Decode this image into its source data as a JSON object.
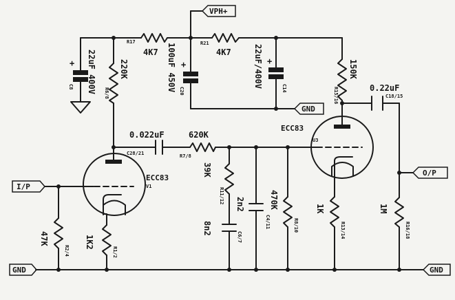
{
  "ports": {
    "vph": "VPH+",
    "gnd_mid": "GND",
    "gnd_left": "GND",
    "gnd_right": "GND",
    "input": "I/P",
    "output": "O/P"
  },
  "components": {
    "r17": {
      "value": "4K7",
      "ref": "R17"
    },
    "r21": {
      "value": "4K7",
      "ref": "R21"
    },
    "c8": {
      "value": "22uF 400V",
      "ref": "C8"
    },
    "r6": {
      "value": "220K",
      "ref": "R6/8"
    },
    "c20": {
      "value": "100uF 450V",
      "ref": "C20"
    },
    "c14": {
      "value": "22uF/400V",
      "ref": "C14"
    },
    "r15": {
      "value": "150K",
      "ref": "R15/16"
    },
    "c18": {
      "value": "0.22uF",
      "ref": "C18/15"
    },
    "c28": {
      "value": "0.022uF",
      "ref": "C28/21"
    },
    "r7": {
      "value": "620K",
      "ref": "R7/8"
    },
    "r11": {
      "value": "39K",
      "ref": "R11/12"
    },
    "c6": {
      "value": "8n2",
      "ref": "C6/7"
    },
    "c4": {
      "value": "2n2",
      "ref": "C4/11"
    },
    "r8": {
      "value": "470K",
      "ref": "R8/10"
    },
    "r13": {
      "value": "1K",
      "ref": "R13/14"
    },
    "r16": {
      "value": "1M",
      "ref": "R16/18"
    },
    "r2": {
      "value": "47K",
      "ref": "R2/4"
    },
    "r1": {
      "value": "1K2",
      "ref": "R1/2"
    }
  },
  "tubes": {
    "v1": {
      "type": "ECC83",
      "ref": "V1"
    },
    "v3": {
      "type": "ECC83",
      "ref": "U3"
    }
  },
  "polarity_mark": "+"
}
